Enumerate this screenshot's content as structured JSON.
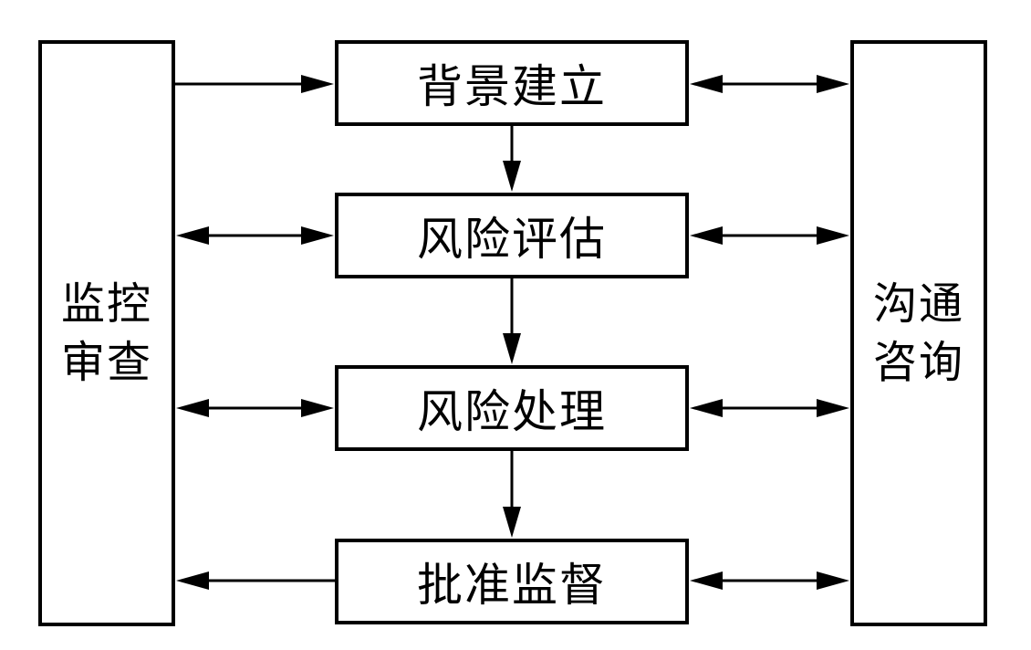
{
  "diagram": {
    "left_box": "监控审查",
    "right_box": "沟通咨询",
    "steps": [
      "背景建立",
      "风险评估",
      "风险处理",
      "批准监督"
    ],
    "colors": {
      "line": "#000000",
      "background": "#ffffff"
    }
  }
}
